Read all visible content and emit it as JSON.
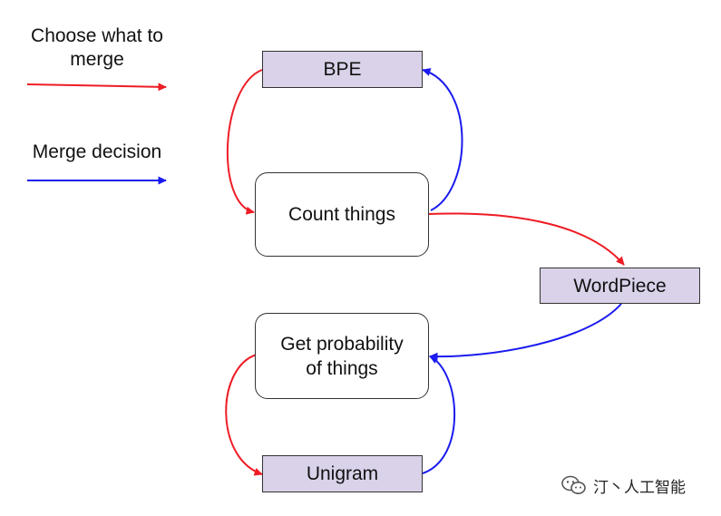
{
  "colors": {
    "choose": "#ee1c25",
    "decision": "#1b1bef",
    "box_fill": "#d9d2e9",
    "border": "#333333"
  },
  "legend": {
    "choose_label": "Choose what to merge",
    "decision_label": "Merge decision"
  },
  "nodes": {
    "bpe": "BPE",
    "count": "Count things",
    "wordpiece": "WordPiece",
    "probability": "Get probability of things",
    "unigram": "Unigram"
  },
  "edges": [
    {
      "from": "bpe",
      "to": "count",
      "kind": "choose"
    },
    {
      "from": "count",
      "to": "bpe",
      "kind": "decision"
    },
    {
      "from": "count",
      "to": "wordpiece",
      "kind": "choose"
    },
    {
      "from": "wordpiece",
      "to": "probability",
      "kind": "decision"
    },
    {
      "from": "probability",
      "to": "unigram",
      "kind": "choose"
    },
    {
      "from": "unigram",
      "to": "probability",
      "kind": "decision"
    }
  ],
  "watermark": {
    "icon": "wechat-icon",
    "text": "汀丶人工智能"
  }
}
